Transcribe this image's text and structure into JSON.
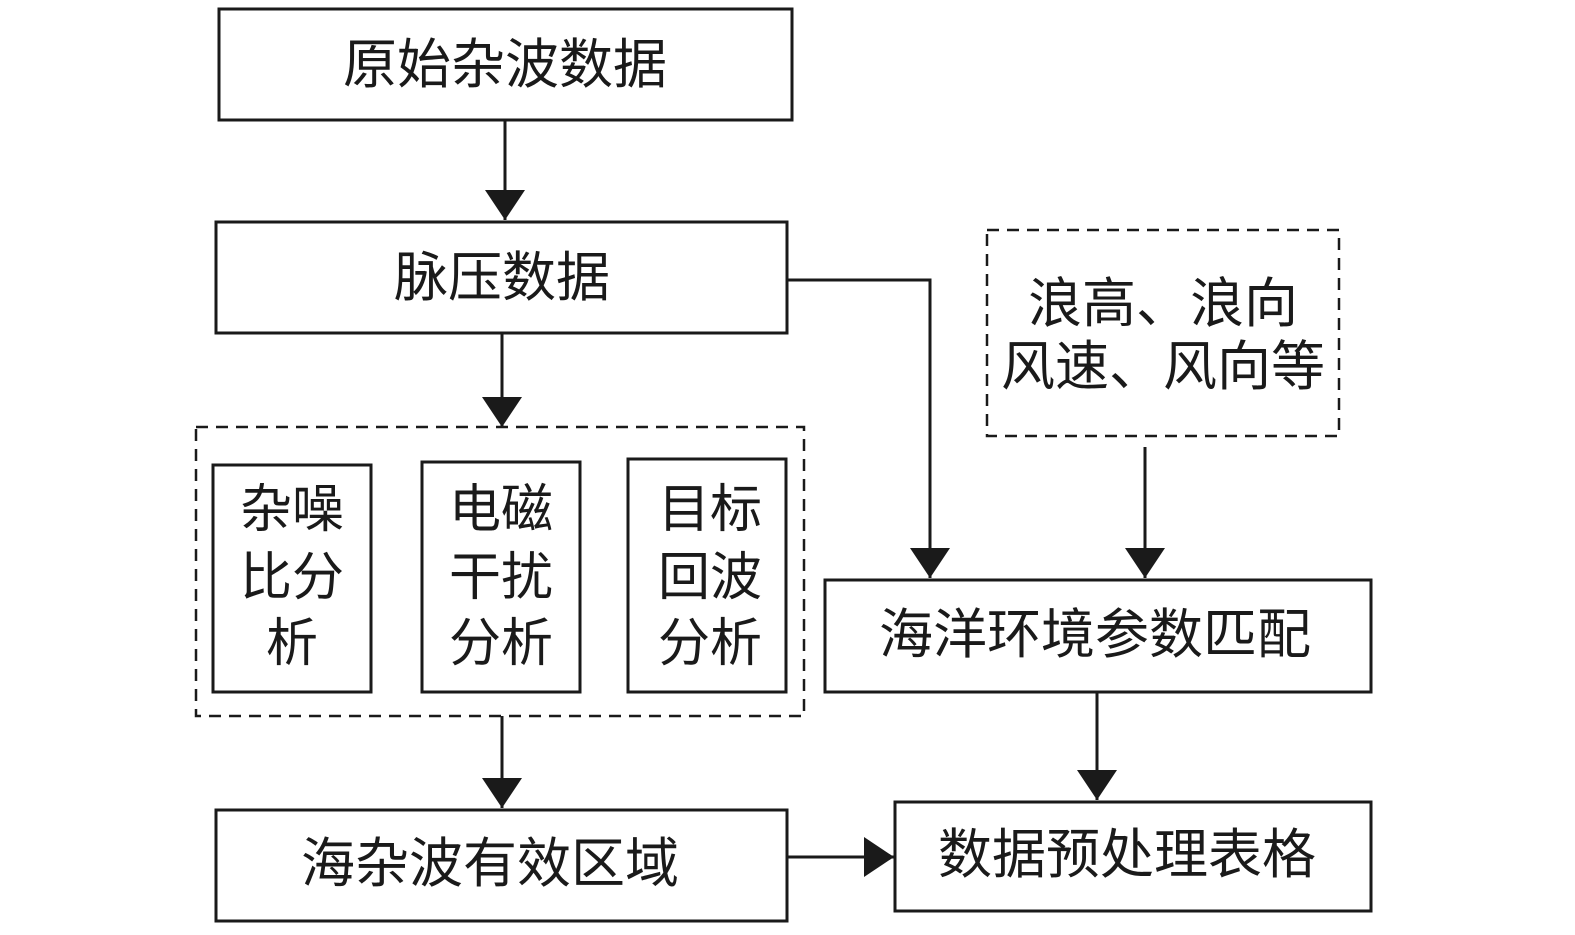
{
  "nodes": {
    "raw_clutter": "原始杂波数据",
    "pulse_compression": "脉压数据",
    "snr_analysis": [
      "杂噪",
      "比分",
      "析"
    ],
    "emi_analysis": [
      "电磁",
      "干扰",
      "分析"
    ],
    "target_echo_analysis": [
      "目标",
      "回波",
      "分析"
    ],
    "sea_clutter_region": "海杂波有效区域",
    "ocean_env_params": [
      "浪高、浪向",
      "风速、风向等"
    ],
    "ocean_env_matching": "海洋环境参数匹配",
    "preprocess_table": "数据预处理表格"
  },
  "colors": {
    "stroke": "#1a1a1a",
    "background": "#ffffff"
  }
}
